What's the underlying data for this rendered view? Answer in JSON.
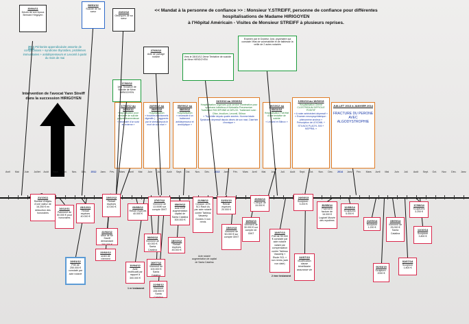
{
  "title": {
    "line1": "<< Mandat à la personne de confiance >> : Monsieur Y.STREIFF, personne de confiance pour différentes hospitalisations de Madame HIRIGOYEN",
    "line2": "à l'Hôpital Américain - Visites de Monsieur STREIFF à plusieurs reprises."
  },
  "left_notes": {
    "illness_year": "2011",
    "illness_text": "Péritonite appendiculaire assortie de complications + syndrome thyroïdien, problèmes immunitaires + antidépresseurs et Lexomil à partir du mois de mai",
    "intervention": "Intervention de l'avocat Yann Streiff dans la succession HIRIGOYEN"
  },
  "top_events": [
    {
      "date": "30/04/11",
      "text": "Décès de son époux Bernard Hirigoyen"
    },
    {
      "date": "08/01/12",
      "text": "Suicide de sa sœur"
    },
    {
      "date": "21/02/12",
      "text": "Obsèques de sa sœur"
    },
    {
      "date": "27/06/12",
      "text": "Acte de partage notarié"
    },
    {
      "date": "17/02/12",
      "text": "1ère Tentative de Suicide de Mme HIRIGOYEN"
    },
    {
      "date": "",
      "text": "Vers le 28/10/12 2ème Tentative de suicide de Mme HIRIGOYEN"
    },
    {
      "date": "",
      "text": "Examen par le Docteur Jost, psychiatre qui constate l'état de vulnérabilité et de faiblesse la veille de 2 actes notariés"
    }
  ],
  "hospital_boxes": [
    {
      "date": "17/02/12 au 26/02/12",
      "title": "Hospitalisation pour tentative de suicide polymédicamenteuse",
      "note": "« nécessité d'un suivi en externe »"
    },
    {
      "date": "24/05/12 au 26/05/12",
      "title": "Hospitalisation",
      "note": "« troubles fonctionnels digestifs (…) aggravés par le stress depuis le mort de son mari »"
    },
    {
      "date": "05/09/12 au 08/09/12",
      "title": "Hospitalisation",
      "note": "« nécessité d'un traitement antidépresseur et anxiolytique »"
    },
    {
      "date": "11/10/12 au 19/10/12",
      "title": "Hospitalisation Urgences puis service réanimation pour syndrome infectieux à Klebsiella Pneumoniae. Traitement ROCEPHINE et DIFLOX. Traitement suivi : Cifan, Imodium, Lexomil, Stilnox",
      "note": "« Thyroïdite depuis quatre années. Homme fatale. Syndrome dépressif depuis décès de son mari, Diarrhée chronique »"
    },
    {
      "date": "30/10/12 au 03/11/12",
      "title": "Hospitalisation Fait état d'une tentative de suicide",
      "note": "« Lexomil et Stilnox »"
    },
    {
      "date": "12/02/13 au 16/02/13",
      "title": "Hospitalisation Germe CLOSTRIDIUM DIFFICILE POSITIF",
      "note": "« A noter antécédent dépressif » « Examen neuropsychiatrique : phénomène anxieux » Prescription de LEXOMIL + STILNOX PLAGYL 500 + MOPRAL »"
    },
    {
      "date": "JUILLET 2013 à JANVIER 2014",
      "title": "FRACTURE DU PERONE AVEC ALGODYSTROPHIE",
      "note": ""
    }
  ],
  "timeline": {
    "months": [
      "Avril",
      "Mai",
      "Juin",
      "Juillet",
      "Août",
      "Sept.",
      "Oct.",
      "Nov.",
      "Déc.",
      "2012",
      "Janv.",
      "Fév.",
      "Mars",
      "Avril",
      "Mai",
      "Juin",
      "Juil.",
      "Août",
      "Sept.",
      "Oct.",
      "Nov.",
      "Déc.",
      "2013",
      "Janv.",
      "Fév.",
      "Mars",
      "Avril",
      "Mai",
      "Juin",
      "Juil.",
      "Août",
      "Sept.",
      "Oct.",
      "Nov.",
      "Déc.",
      "2014",
      "Janv.",
      "Fév.",
      "Mars",
      "Avril",
      "Mai",
      "Juin",
      "Juil.",
      "Août",
      "Sept.",
      "Oct.",
      "Nov.",
      "Déc.",
      "Janv."
    ]
  },
  "money_events": [
    {
      "date": "21/10/11",
      "text": "Remise d'objets d'une valeur de 16.250 € en déduction des honoraires"
    },
    {
      "date": "16/12/11",
      "text": "Paiement de 50.000 € pour honoraires"
    },
    {
      "date": "23/12/11",
      "text": "Retrait espèces 40.000 €"
    },
    {
      "date": "10/02/12",
      "text": "Retrait espèces 10.000 €"
    },
    {
      "date": "22/02/12",
      "text": "Mise de Mr Streiff demandant 200.000 €"
    },
    {
      "date": "23/02/12",
      "text": "ordre de virement"
    },
    {
      "date": "09/05/12",
      "text": "Retrait espèces 40.000 €"
    },
    {
      "date": "27/07/12",
      "text": "Virement de 13.000€ sur compte GINT"
    },
    {
      "date": "10/04/12",
      "text": "Acte rectificatif par rapport à 300.000 €"
    },
    {
      "date": "",
      "text": "1 er testament"
    },
    {
      "date": "19/01/12",
      "text": "Prêt de 250.000 € constaté par acte notarié"
    },
    {
      "date": "06/06/12",
      "text": "Virement de 60.000 € Santa Catalina"
    },
    {
      "date": "16/07/12",
      "text": "Virement de 100.000 € Santa Catalina"
    },
    {
      "date": "22/08/12",
      "text": "Virement 108.000 € Santa Catalina"
    },
    {
      "date": "05/09/12",
      "text": "Acte ESP augmentation capital de Santa Catalina 300.000 €"
    },
    {
      "date": "18/10/12",
      "text": "Retrait espèces 45.000 €"
    },
    {
      "date": "21/08/12",
      "text": "Cession 10% SCI Rach Av par acte notarié contre Tableau Vasarely Gordes 3 non remis"
    },
    {
      "date": "",
      "text": "Acte notarié augmentation de capital de Santa Catalina"
    },
    {
      "date": "11/01/13",
      "text": "Retrait espèces 20.000 €"
    },
    {
      "date": "15/02/13",
      "text": "Virement de 50.000 € sur compte GINT"
    },
    {
      "date": "18/04/13",
      "text": "Virement de 30.000 € sur compte de GINT"
    },
    {
      "date": "20/03/13",
      "text": "Chèque de 15.000 €"
    },
    {
      "date": "18/07/13",
      "text": "Prêt de 90.000 € constaté par acte notarié valant par compensation contre Tableau Vasarely « Etude SCL » non remis (acte non daté)"
    },
    {
      "date": "",
      "text": "2 ème testament"
    },
    {
      "date": "24/07/13",
      "text": "Modification clause bénéficiaire assurance vie"
    },
    {
      "date": "24/08/13",
      "text": "Sculpture : 3.200 €"
    },
    {
      "date": "30/05/14",
      "text": "Paiement facture de 16.000 € Logiciel Musée des mystères"
    },
    {
      "date": "12/05/14",
      "text": "Sculptures 5.000 €"
    },
    {
      "date": "21/05/14",
      "text": "Sculpture 1.200 €"
    },
    {
      "date": "15/05/14",
      "text": "Virement de 25.000 € Santa Catalina"
    },
    {
      "date": "06/03/15",
      "text": "Sculpture : 2000 €"
    },
    {
      "date": "01/07/14",
      "text": "Sculpture 1.800 €"
    },
    {
      "date": "17/06/14",
      "text": "Sculptures 3.200 €"
    },
    {
      "date": "11/10/14",
      "text": "Sculpture 3.800 €"
    }
  ]
}
